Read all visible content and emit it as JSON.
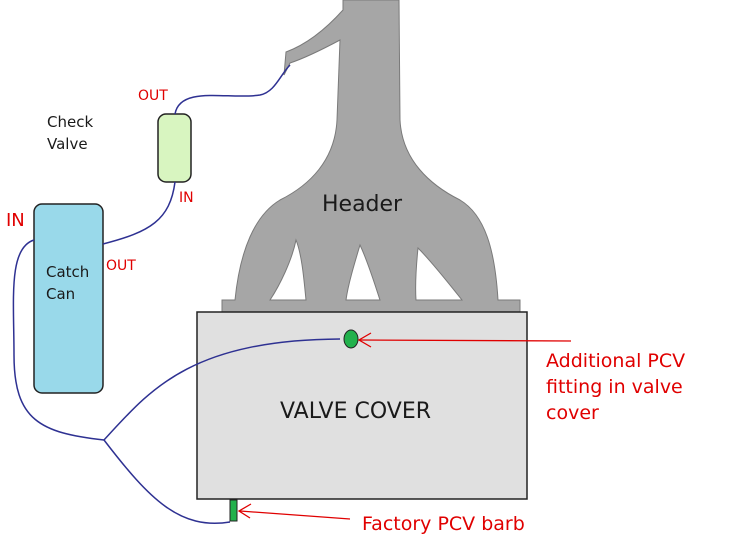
{
  "labels": {
    "header": "Header",
    "valve_cover": "VALVE COVER",
    "catch_can_line1": "Catch",
    "catch_can_line2": "Can",
    "check_valve_line1": "Check",
    "check_valve_line2": "Valve",
    "cv_out": "OUT",
    "cv_in": "IN",
    "can_in": "IN",
    "can_out": "OUT",
    "additional_pcv_line1": "Additional PCV",
    "additional_pcv_line2": "fitting in valve",
    "additional_pcv_line3": "cover",
    "factory_pcv": "Factory PCV barb"
  },
  "colors": {
    "header_fill": "#a6a6a6",
    "header_stroke": "#7a7a7a",
    "valve_cover_fill": "#e0e0e0",
    "catch_can_fill": "#99d9ea",
    "check_valve_fill": "#d8f5c0",
    "pcv_fitting": "#22b14c",
    "hose": "#2e3192",
    "annotation": "#e00000"
  }
}
